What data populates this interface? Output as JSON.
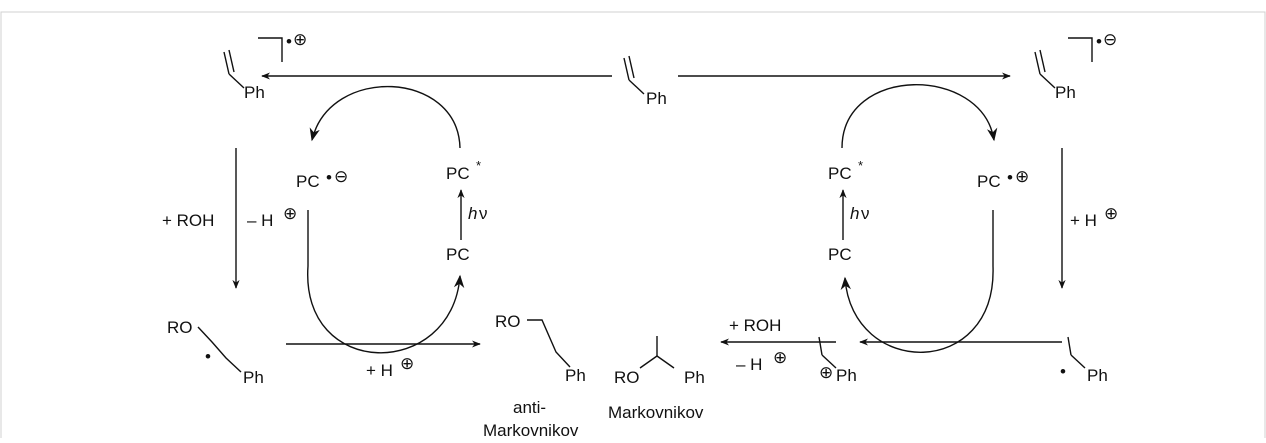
{
  "labels": {
    "ph": "Ph",
    "pc": "PC",
    "ro": "RO",
    "star": "*",
    "dot": "•",
    "plus": "⊕",
    "minus": "⊖",
    "hnu_h": "h",
    "hnu_v": "ν",
    "plus_roh": "+ ROH",
    "minus_h": "– H",
    "plus_h": "+ H",
    "anti": "anti-",
    "markovnikov": "Markovnikov"
  }
}
